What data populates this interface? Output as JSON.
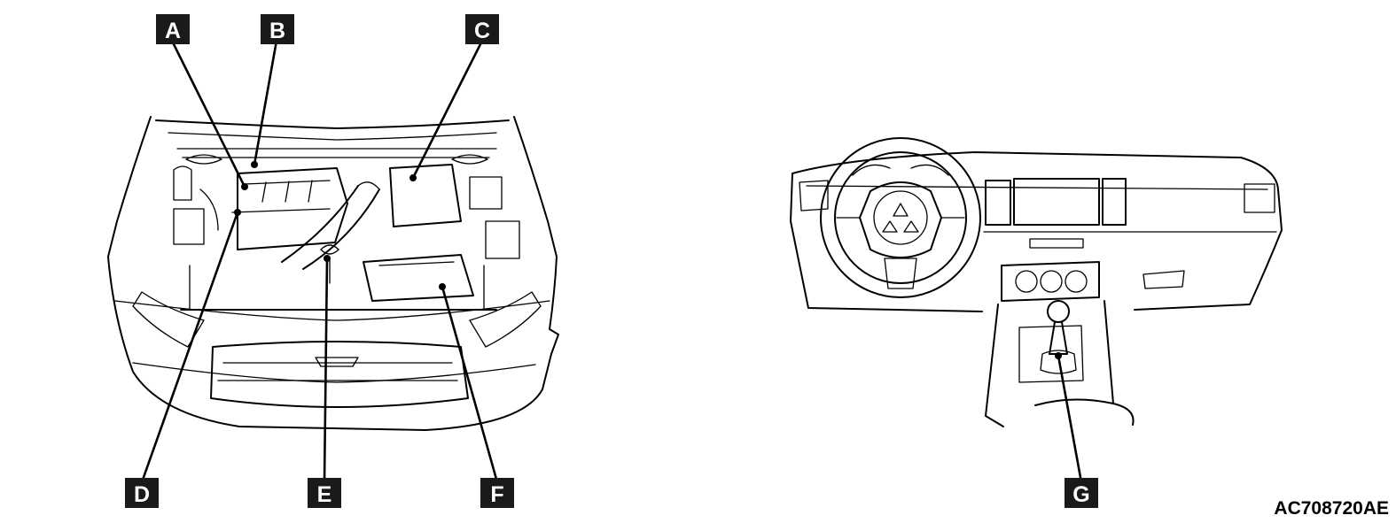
{
  "labels": {
    "a": "A",
    "b": "B",
    "c": "C",
    "d": "D",
    "e": "E",
    "f": "F",
    "g": "G"
  },
  "figure_code": "AC708720AE"
}
